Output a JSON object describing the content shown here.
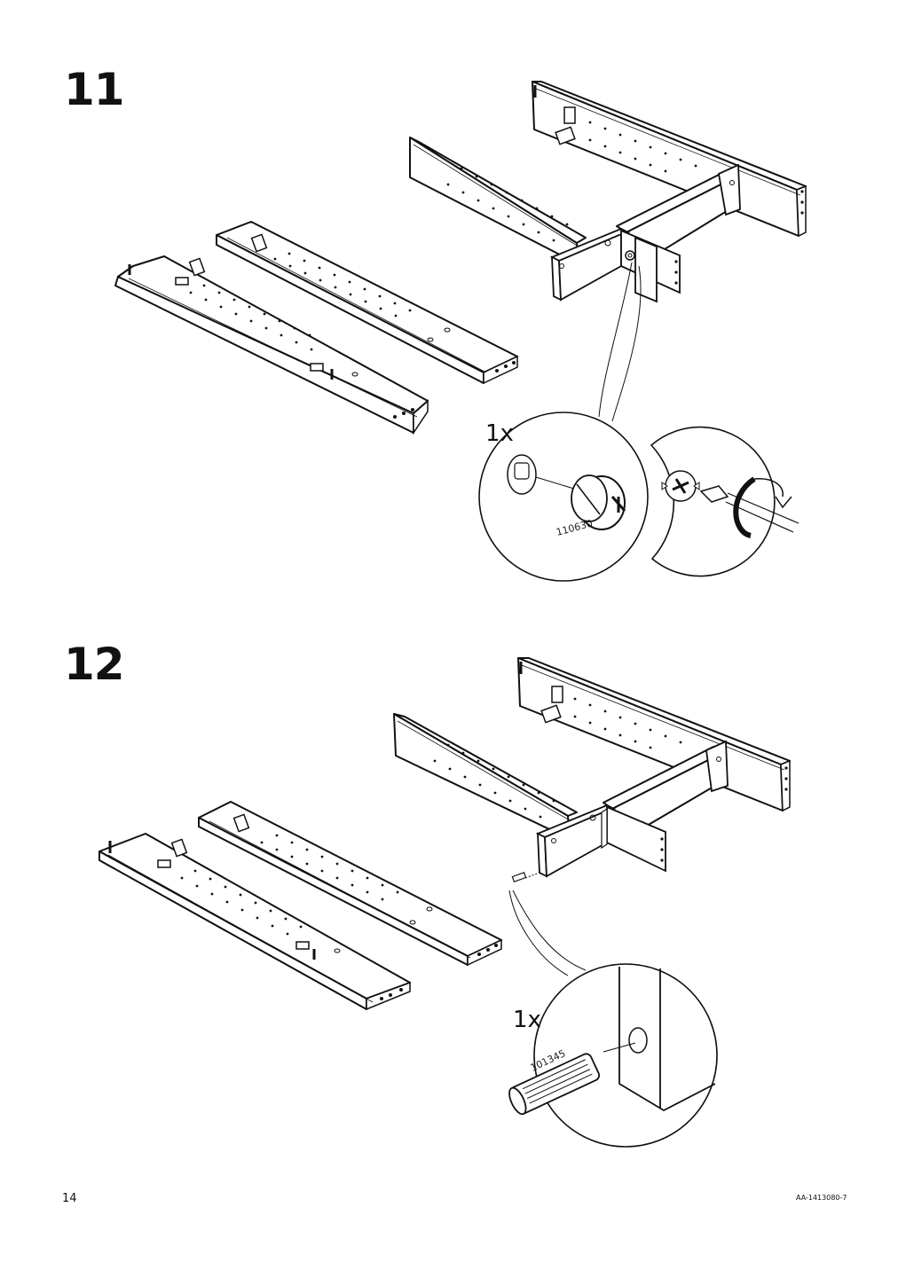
{
  "steps": [
    {
      "number": "11",
      "callout": {
        "quantity": "1x",
        "part_number": "110630",
        "part": "cam-lock-nut"
      }
    },
    {
      "number": "12",
      "callout": {
        "quantity": "1x",
        "part_number": "101345",
        "part": "wooden-dowel"
      }
    }
  ],
  "footer": {
    "page_number": "14",
    "document_code": "AA-1413080-7"
  }
}
